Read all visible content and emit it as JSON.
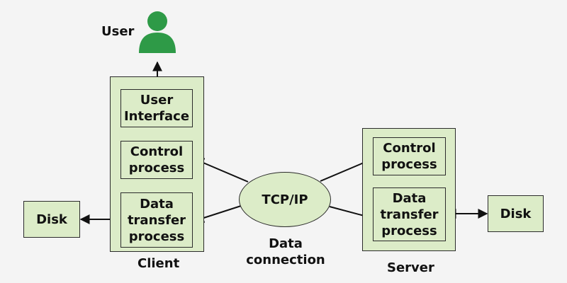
{
  "diagram": {
    "user_label": "User",
    "client": {
      "label": "Client",
      "user_interface": "User\nInterface",
      "control_process": "Control\nprocess",
      "data_transfer_process": "Data\ntransfer\nprocess"
    },
    "server": {
      "label": "Server",
      "control_process": "Control\nprocess",
      "data_transfer_process": "Data\ntransfer\nprocess"
    },
    "client_disk": "Disk",
    "server_disk": "Disk",
    "network": "TCP/IP",
    "data_connection_label": "Data\nconnection",
    "colors": {
      "box_fill": "#dcecc8",
      "user_icon": "#2e9a47",
      "stroke": "#2b2b2b"
    }
  }
}
